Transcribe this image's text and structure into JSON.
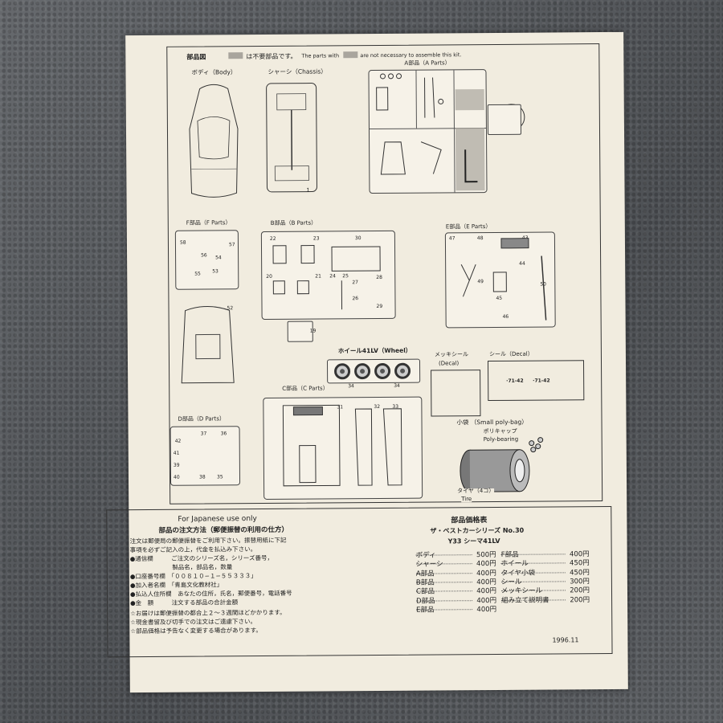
{
  "legend": {
    "title": "部品図",
    "note_jp": "は不要部品です。",
    "note_en_before": "The parts with",
    "note_en_after": "are not necessary to assemble this kit."
  },
  "sections": {
    "body": "ボディ（Body）",
    "chassis": "シャーシ（Chassis）",
    "a_parts": "A部品（A Parts）",
    "f_parts": "F部品（F Parts）",
    "b_parts": "B部品（B Parts）",
    "e_parts": "E部品（E Parts）",
    "d_parts": "D部品（D Parts）",
    "wheel": "ホイール41LV（Wheel）",
    "mekki": "メッキシール",
    "mekki_en": "(Decal)",
    "decal": "シール（Decal）",
    "c_parts": "C部品（C Parts）",
    "polybag": "小袋 （Small poly-bag）",
    "polycap": "ポリキャップ",
    "polybearing": "Poly-bearing",
    "tire": "タイヤ（4コ）",
    "tire_en": "Tire"
  },
  "part_numbers": {
    "f": [
      "58",
      "57",
      "56",
      "54",
      "55",
      "53",
      "52"
    ],
    "b": [
      "22",
      "23",
      "30",
      "20",
      "21",
      "24",
      "25",
      "27",
      "28",
      "26",
      "29",
      "19"
    ],
    "e": [
      "47",
      "48",
      "43",
      "44",
      "49",
      "45",
      "46",
      "50"
    ],
    "d": [
      "42",
      "37",
      "36",
      "41",
      "39",
      "40",
      "38",
      "35"
    ],
    "c": [
      "31",
      "32",
      "33"
    ],
    "wheel": [
      "34",
      "34"
    ],
    "chassis": [
      "1"
    ]
  },
  "decal_text": [
    "·71-42",
    "·71-42"
  ],
  "order": {
    "for_japanese": "For Japanese use only",
    "title": "部品の注文方法（郵便振替の利用の仕方）",
    "lines": [
      "注文は郵便局の郵便振替をご利用下さい。振替用紙に下記",
      "事項を必ずご記入の上，代金を払込み下さい。",
      "●通信欄　　　ご注文のシリーズ名，シリーズ番号，",
      "　　　　　　　製品名，部品名，数量",
      "●口座番号欄　「００８１０−１−５５３３３」",
      "●加入者名欄　「青島文化教材社」",
      "●払込人住所欄　あなたの住所，氏名，郵便番号，電話番号",
      "●金　額　　　注文する部品の合計金額",
      "☆お届けは郵便振替の都合上２〜３週間ほどかかります。",
      "☆現金書留及び切手での注文はご遠慮下さい。",
      "☆部品価格は予告なく変更する場合があります。"
    ]
  },
  "price": {
    "title": "部品価格表",
    "series": "ザ・ベストカーシリーズ No.30",
    "model": "Y33 シーマ41LV",
    "left": [
      {
        "name": "ボディ",
        "price": "500円"
      },
      {
        "name": "シャーシ",
        "price": "400円"
      },
      {
        "name": "A部品",
        "price": "400円"
      },
      {
        "name": "B部品",
        "price": "400円"
      },
      {
        "name": "C部品",
        "price": "400円"
      },
      {
        "name": "D部品",
        "price": "400円"
      },
      {
        "name": "E部品",
        "price": "400円"
      }
    ],
    "right": [
      {
        "name": "F部品",
        "price": "400円"
      },
      {
        "name": "ホイール",
        "price": "450円"
      },
      {
        "name": "タイヤ小袋",
        "price": "450円"
      },
      {
        "name": "シール",
        "price": "300円"
      },
      {
        "name": "メッキシール",
        "price": "200円"
      },
      {
        "name": "組み立て説明書",
        "price": "200円"
      }
    ],
    "date": "1996.11"
  }
}
